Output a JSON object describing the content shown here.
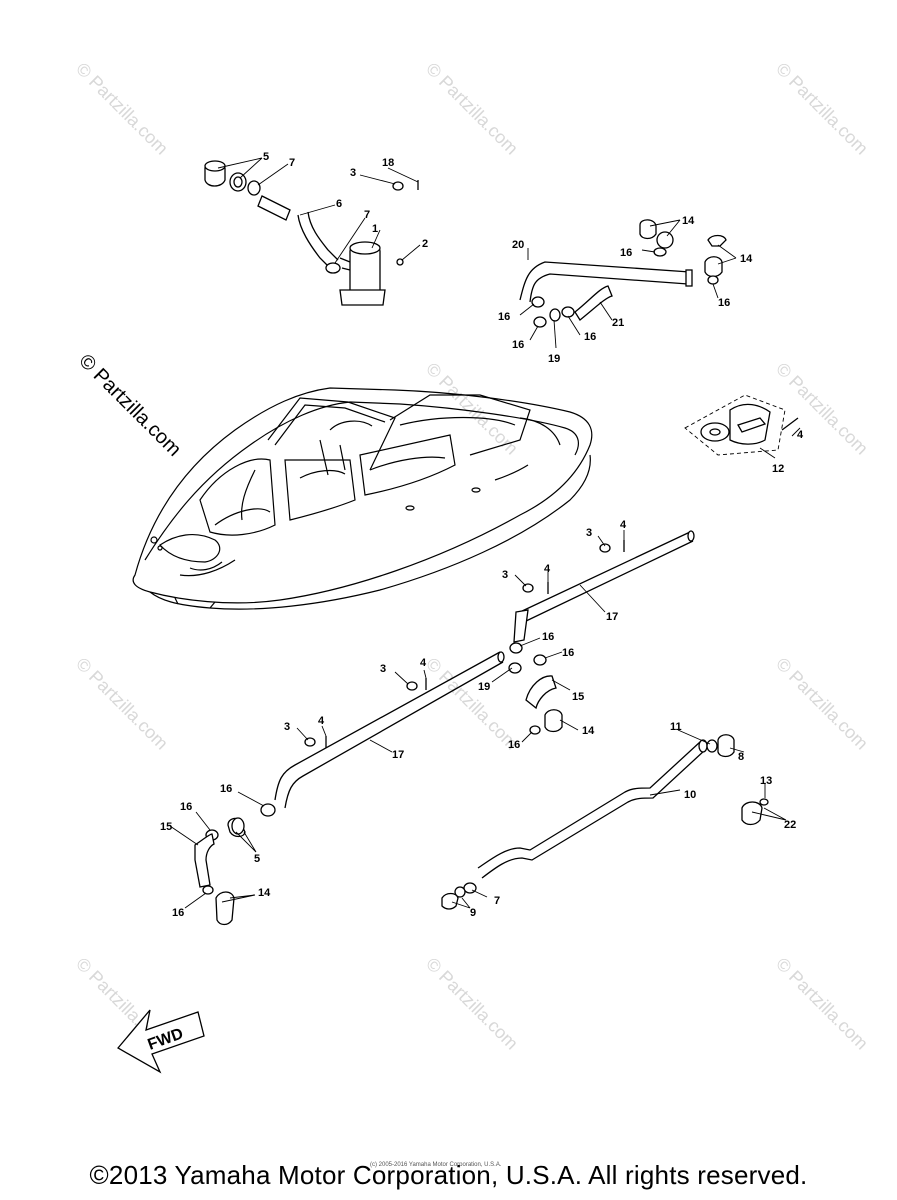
{
  "watermark": {
    "text": "© Partzilla.com",
    "primary": "© Partzilla.com"
  },
  "fwd_label": "FWD",
  "footer": {
    "copyright": "©2013 Yamaha Motor Corporation, U.S.A. All rights reserved.",
    "small_print": "(c) 2005-2016 Yamaha Motor Corporation, U.S.A."
  },
  "callouts": {
    "n1": "1",
    "n2": "2",
    "n3": "3",
    "n4": "4",
    "n5": "5",
    "n6": "6",
    "n7": "7",
    "n8": "8",
    "n9": "9",
    "n10": "10",
    "n11": "11",
    "n12": "12",
    "n13": "13",
    "n14": "14",
    "n15": "15",
    "n16": "16",
    "n17": "17",
    "n18": "18",
    "n19": "19",
    "n20": "20",
    "n21": "21",
    "n22": "22"
  },
  "colors": {
    "line": "#000000",
    "watermark": "#d8d8d8",
    "background": "#ffffff"
  }
}
